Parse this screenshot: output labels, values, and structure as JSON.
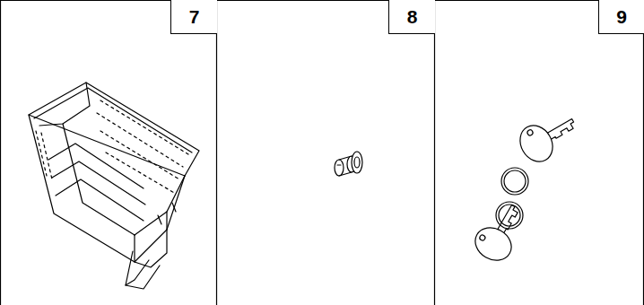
{
  "diagram": {
    "nodes": [
      {
        "text": [
          "7"
        ]
      },
      {
        "text": [
          "8"
        ]
      },
      {
        "text": [
          "9"
        ]
      }
    ]
  }
}
